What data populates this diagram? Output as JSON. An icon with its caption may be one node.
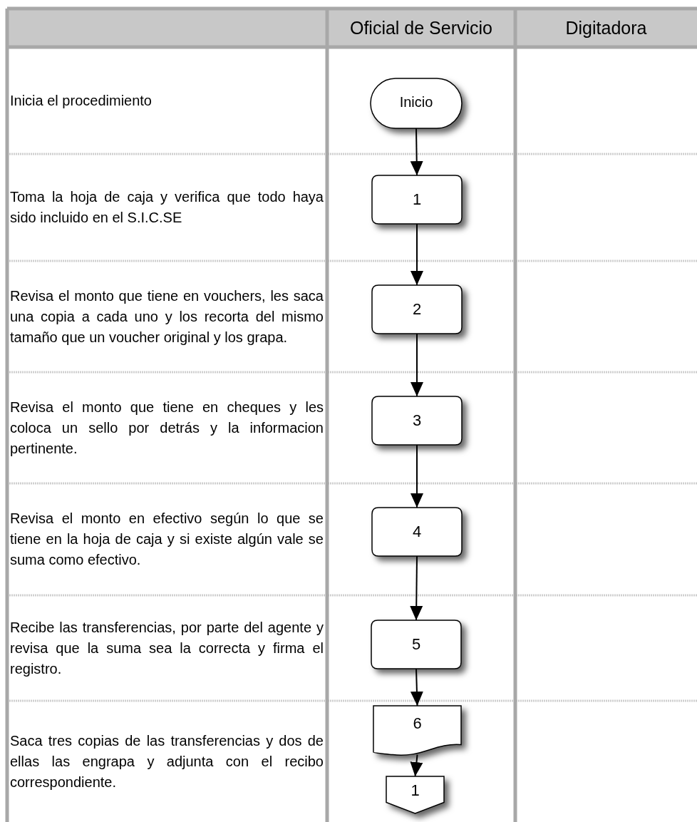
{
  "diagram": {
    "nodes": [
      {
        "text": [
          "Inicio"
        ]
      },
      {
        "text": [
          "1"
        ]
      },
      {
        "text": [
          "2"
        ]
      },
      {
        "text": [
          "3"
        ]
      },
      {
        "text": [
          "4"
        ]
      },
      {
        "text": [
          "5"
        ]
      },
      {
        "text": [
          "6"
        ]
      },
      {
        "text": [
          "1"
        ]
      }
    ],
    "edges": [
      {
        "from": 0,
        "to": 1,
        "arrow": "to"
      },
      {
        "from": 1,
        "to": 2,
        "arrow": "to"
      },
      {
        "from": 2,
        "to": 3,
        "arrow": "to"
      },
      {
        "from": 3,
        "to": 4,
        "arrow": "to"
      },
      {
        "from": 4,
        "to": 5,
        "arrow": "to"
      },
      {
        "from": 5,
        "to": 6,
        "arrow": "to"
      },
      {
        "from": 6,
        "to": 7,
        "arrow": "to"
      }
    ],
    "labels": [
      "Oficial de Servicio",
      "Digitadora",
      "Inicia el procedimiento",
      "Toma la hoja de caja y verifica que todo haya sido incluido en el S.I.C.SE",
      "Revisa el monto que tiene en vouchers, les saca una copia a cada uno y los recorta del mismo tamaño que un voucher original y los grapa.",
      "Revisa el monto que tiene en cheques y les coloca un sello por detrás y la informacion pertinente.",
      "Revisa el monto en efectivo según lo que se tiene en la hoja de caja y si existe algún vale se suma como efectivo.",
      "Recibe las transferencias, por parte del agente y revisa que la suma sea la correcta y firma el registro.",
      "Saca tres copias de las transferencias y dos de ellas las engrapa y adjunta con el recibo correspondiente."
    ]
  }
}
